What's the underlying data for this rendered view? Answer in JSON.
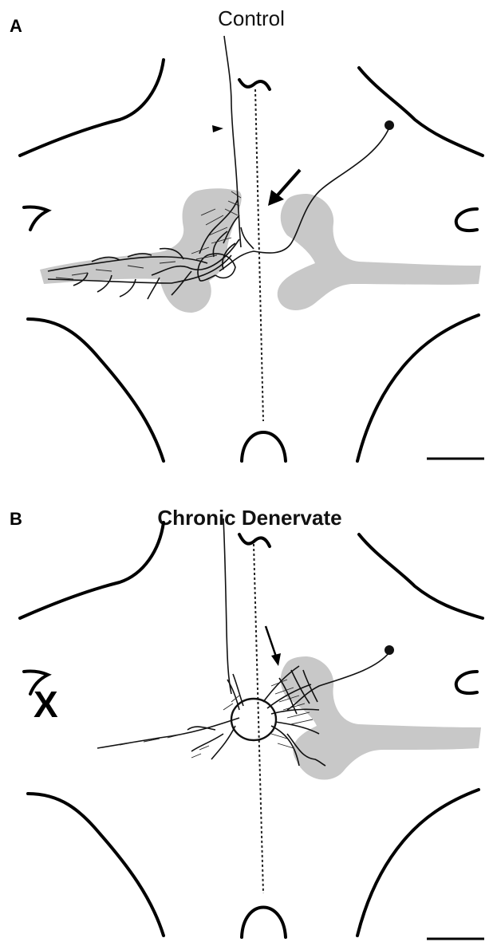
{
  "panels": [
    {
      "letter": "A",
      "title": "Control"
    },
    {
      "letter": "B",
      "title": "Chronic Denervate",
      "side_mark": "X"
    }
  ],
  "colors": {
    "outline": "#000000",
    "nucleus_fill": "#c8c8c8",
    "neuron": "#111111",
    "midline": "#222222"
  }
}
